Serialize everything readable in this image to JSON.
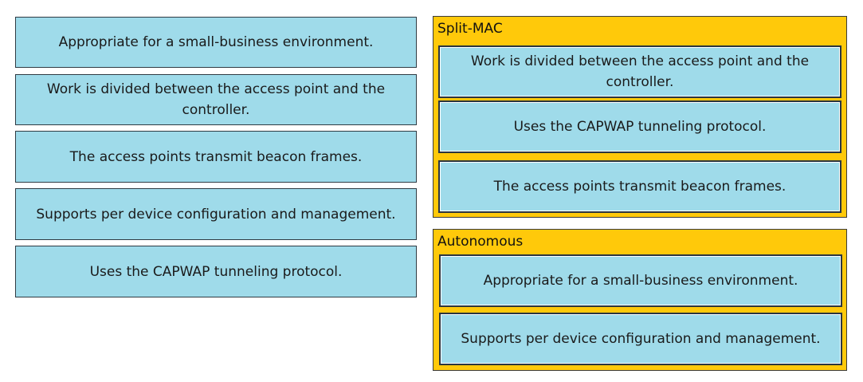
{
  "source_items": [
    {
      "label": "Appropriate for a small-business environment."
    },
    {
      "label": "Work is divided between the access point and the controller."
    },
    {
      "label": "The access points transmit beacon frames."
    },
    {
      "label": "Supports per device configuration and management."
    },
    {
      "label": "Uses the CAPWAP tunneling protocol."
    }
  ],
  "targets": [
    {
      "title": "Split-MAC",
      "items": [
        {
          "label": "Work is divided between the access point and the controller."
        },
        {
          "label": "Uses the CAPWAP tunneling protocol."
        },
        {
          "label": "The access points transmit beacon frames."
        }
      ]
    },
    {
      "title": "Autonomous",
      "items": [
        {
          "label": "Appropriate for a small-business environment."
        },
        {
          "label": "Supports per device configuration and management."
        }
      ]
    }
  ],
  "colors": {
    "item_fill": "#9fdbea",
    "zone_fill": "#ffc90a",
    "border": "#2f3b43"
  }
}
